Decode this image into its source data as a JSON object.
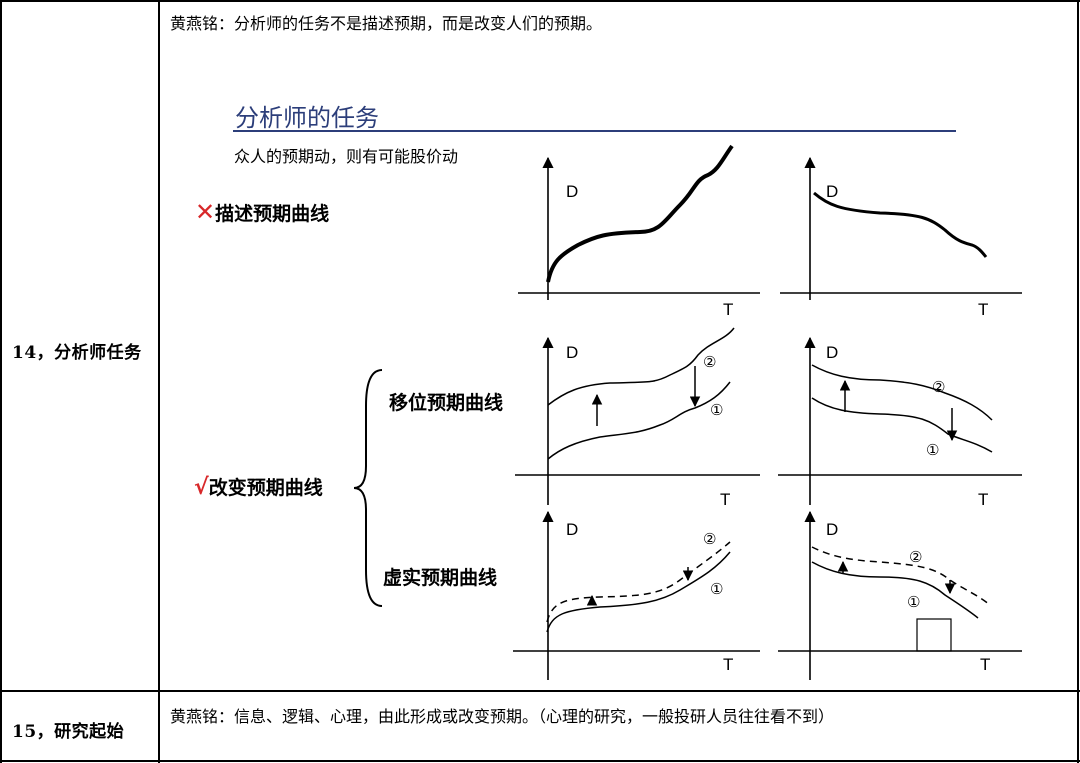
{
  "rows": [
    {
      "label": "14，分析师任务",
      "note": "黄燕铭：分析师的任务不是描述预期，而是改变人们的预期。"
    },
    {
      "label": "15，研究起始",
      "note": "黄燕铭：信息、逻辑、心理，由此形成或改变预期。（心理的研究，一般投研人员往往看不到）"
    }
  ],
  "slide": {
    "title": "分析师的任务",
    "subtitle": "众人的预期动，则有可能股价动",
    "wrong_mark": "✕",
    "wrong_label": "描述预期曲线",
    "right_mark": "√",
    "right_label": "改变预期曲线",
    "shift_label": "移位预期曲线",
    "virtual_label": "虚实预期曲线",
    "axis_y": "D",
    "axis_x": "T",
    "curve1": "①",
    "curve2": "②"
  }
}
